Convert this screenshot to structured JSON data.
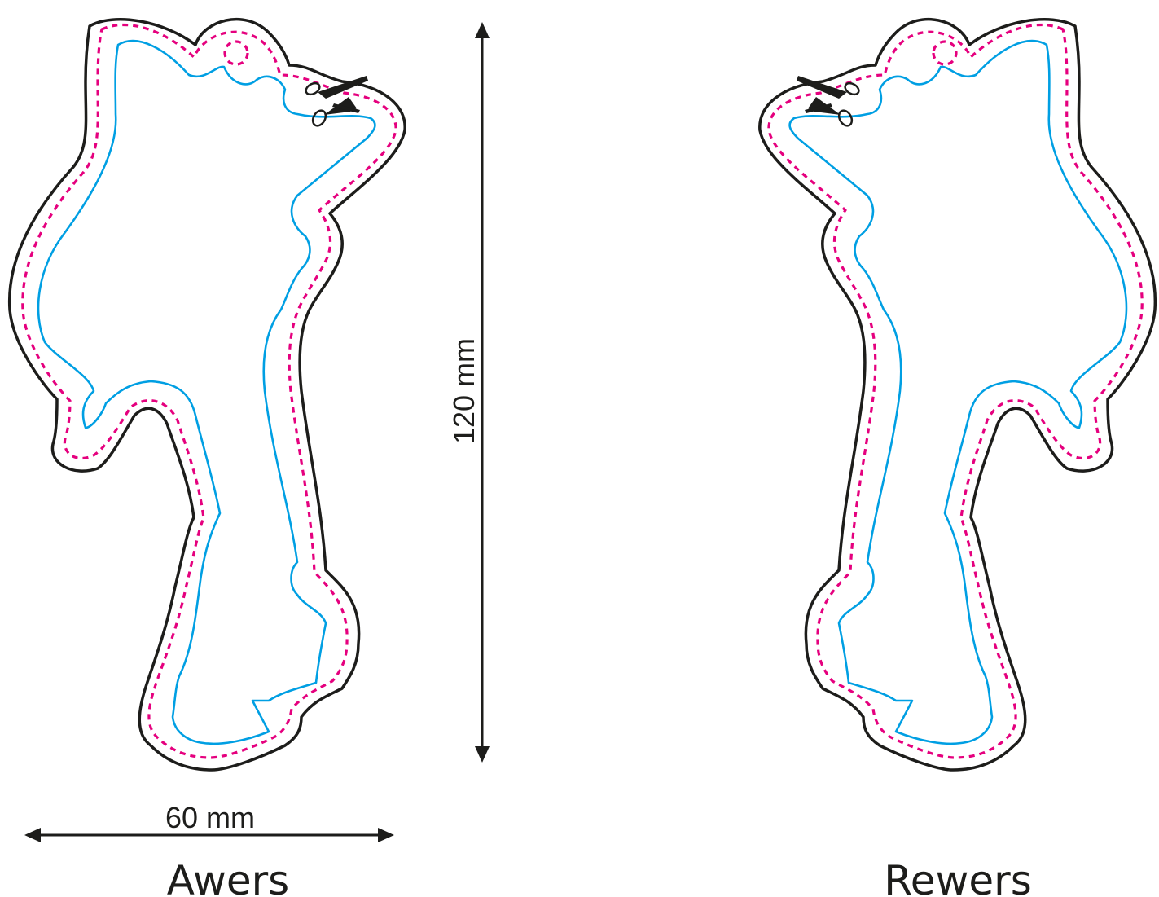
{
  "labels": {
    "front": "Awers",
    "back": "Rewers",
    "width": "60 mm",
    "height": "120 mm"
  },
  "colors": {
    "cut_line": "#1d1d1b",
    "safe_line": "#e5007e",
    "inner_line": "#009fe3"
  },
  "icons": {
    "cut_marker": "scissors-icon"
  }
}
